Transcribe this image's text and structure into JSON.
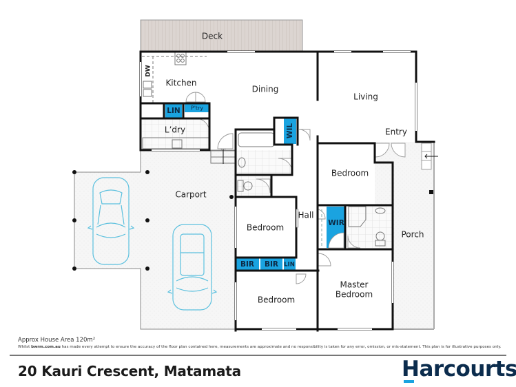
{
  "rooms": {
    "deck": "Deck",
    "kitchen": "Kitchen",
    "dw": "DW",
    "dining": "Dining",
    "living": "Living",
    "entry": "Entry",
    "lin_kitchen": "LIN",
    "pantry": "P'try",
    "laundry": "L’dry",
    "wil": "WIL",
    "carport": "Carport",
    "bedroom_1": "Bedroom",
    "bedroom_2": "Bedroom",
    "bedroom_3": "Bedroom",
    "hall": "Hall",
    "wir": "WIR",
    "porch": "Porch",
    "bir_1": "BIR",
    "bir_2": "BIR",
    "lin_hall": "LIN",
    "master_line1": "Master",
    "master_line2": "Bedroom"
  },
  "footer": {
    "area": "Approx House Area 120m²",
    "disclaimer_prefix": "Whilst ",
    "disclaimer_brand": "bwrm.com.au",
    "disclaimer_rest": " has made every attempt to ensure the accuracy of the floor plan contained here, measurements are approximate and no responsibility is taken for any error, omission, or mis-statement. This plan is for illustrative purposes only.",
    "address": "20 Kauri Crescent, Matamata",
    "brand": "Harcourts"
  },
  "colors": {
    "accent_blue": "#1aa3e0",
    "brand_navy": "#0b2c4d",
    "car_outline": "#5bc0de",
    "deck_fill": "#d9d3cf"
  }
}
